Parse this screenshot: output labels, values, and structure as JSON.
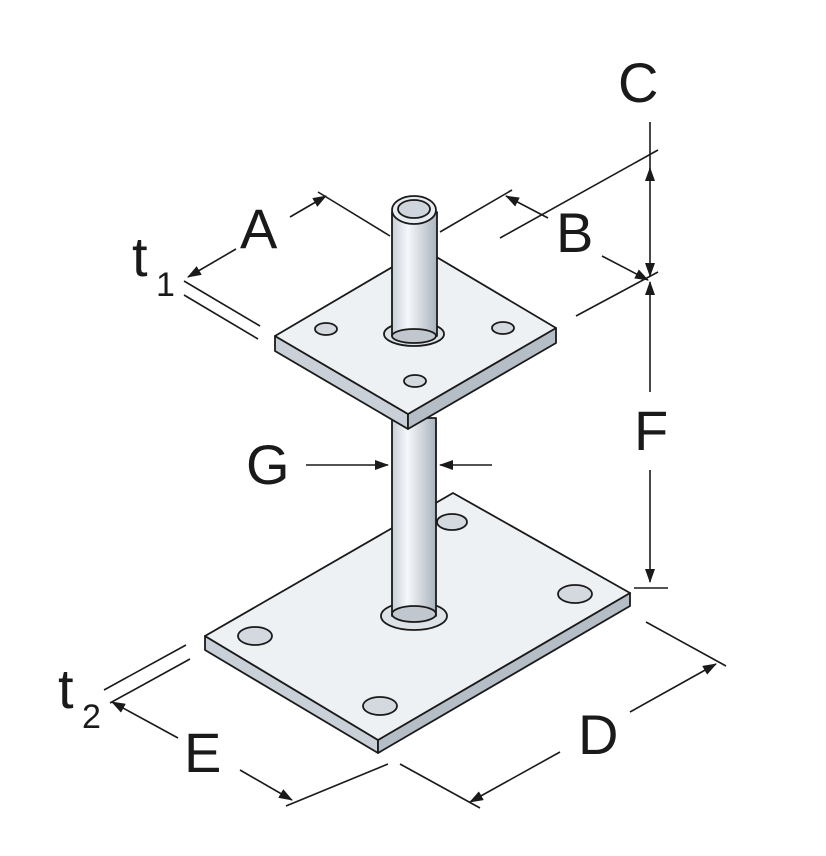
{
  "labels": {
    "a": "A",
    "b": "B",
    "c": "C",
    "d": "D",
    "e": "E",
    "f": "F",
    "g": "G",
    "t1_main": "t",
    "t1_sub": "1",
    "t2_main": "t",
    "t2_sub": "2"
  },
  "colors": {
    "plate_top": "#eef1f4",
    "plate_side": "#c9d0d8",
    "tube_light": "#f4f6f8",
    "tube_dark": "#b9c1ca",
    "ink": "#1a1a1a"
  }
}
